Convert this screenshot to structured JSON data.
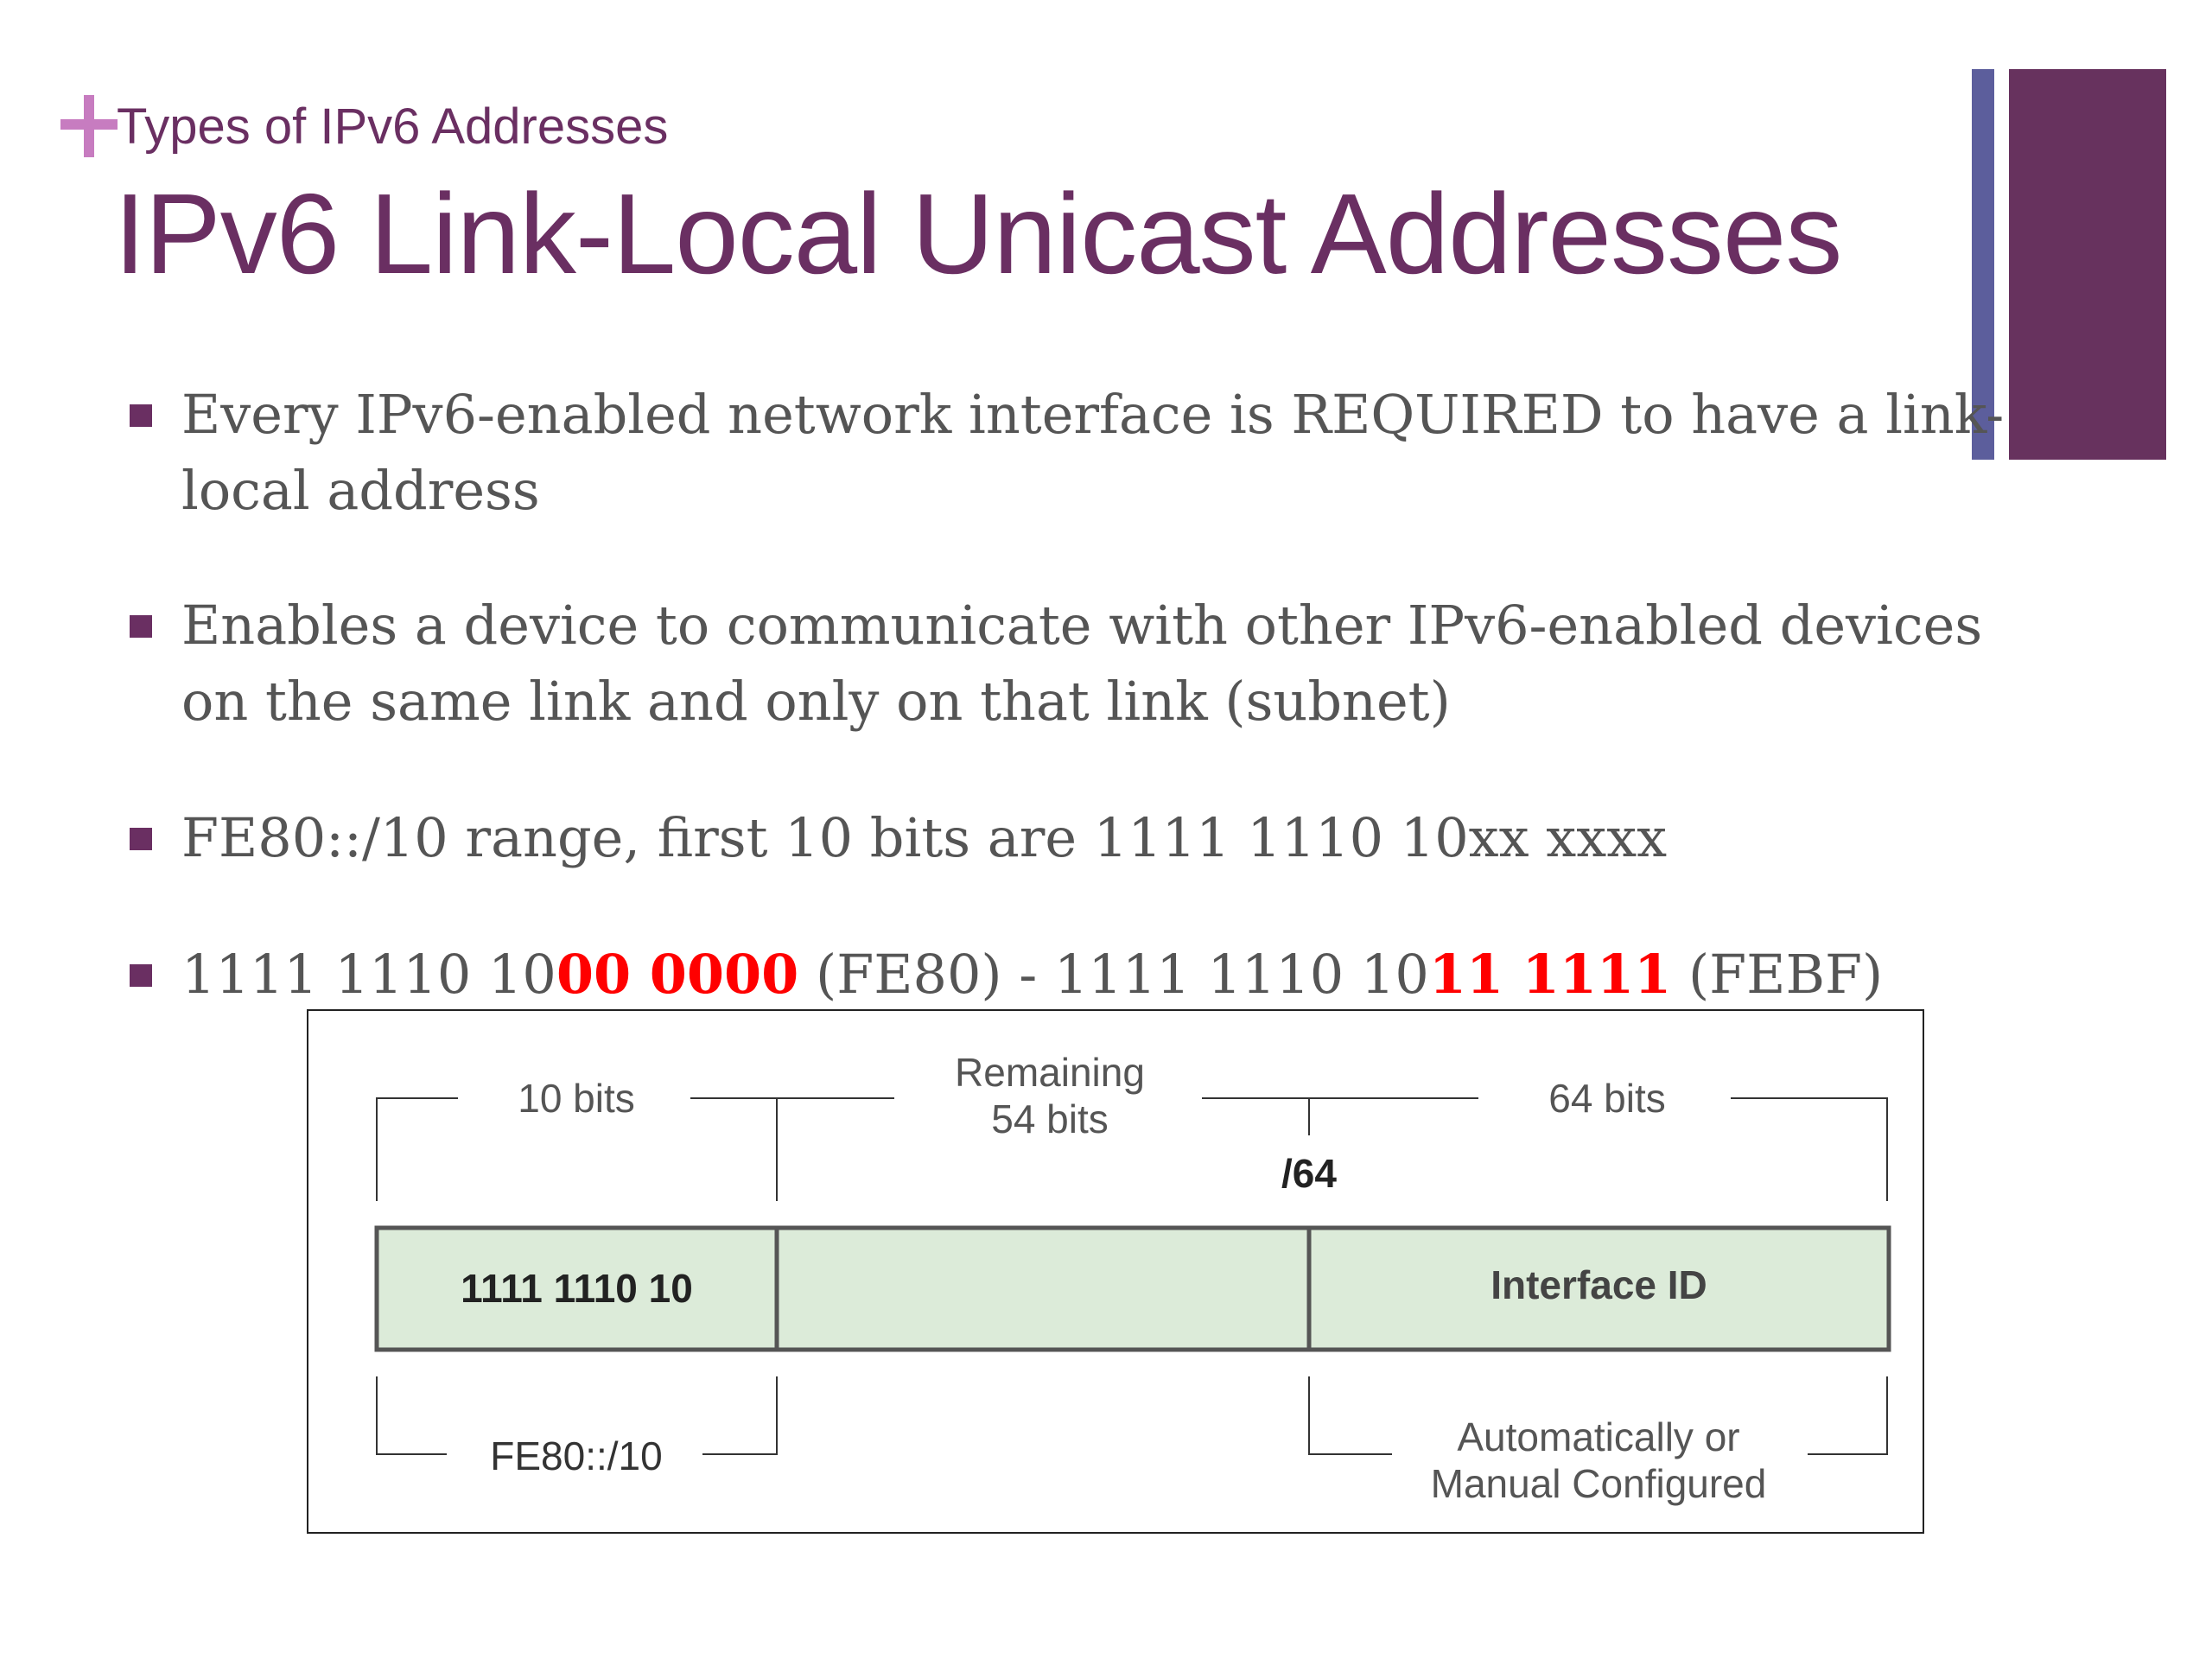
{
  "colors": {
    "accent_purple": "#6a2f62",
    "plus_pink": "#c77cc0",
    "bar_blue": "#5c5e9c",
    "bar_purple": "#67325e",
    "bullet_marker": "#6a2f62",
    "highlight_red": "#ff0000",
    "cell_fill": "#dcebd9"
  },
  "header": {
    "plus_icon": "plus-icon",
    "subtitle": "Types of IPv6 Addresses",
    "title": "IPv6 Link-Local Unicast Addresses"
  },
  "bullets": [
    {
      "lines": [
        "Every IPv6-enabled network interface is REQUIRED to have a link-",
        "local address"
      ]
    },
    {
      "lines": [
        "Enables a device to communicate with other IPv6-enabled devices",
        "on the same link and only on that link (subnet)"
      ]
    },
    {
      "lines": [
        "FE80::/10 range, first 10 bits are 1111 1110 10xx xxxx"
      ]
    },
    {
      "segments": [
        {
          "text": "1111 1110 10",
          "red": false
        },
        {
          "text": "00 0000",
          "red": true
        },
        {
          "text": " (FE80) - 1111 1110 10",
          "red": false
        },
        {
          "text": "11 1111",
          "red": true
        },
        {
          "text": " (FEBF)",
          "red": false
        }
      ]
    }
  ],
  "diagram": {
    "top_labels": {
      "first": "10 bits",
      "middle_line1": "Remaining",
      "middle_line2": "54 bits",
      "last": "64 bits",
      "prefix": "/64"
    },
    "cells": {
      "prefix_bits": "1111 1110 10",
      "middle": "",
      "interface_id": "Interface ID"
    },
    "bottom_labels": {
      "left": "FE80::/10",
      "right_line1": "Automatically or",
      "right_line2": "Manual Configured"
    }
  }
}
